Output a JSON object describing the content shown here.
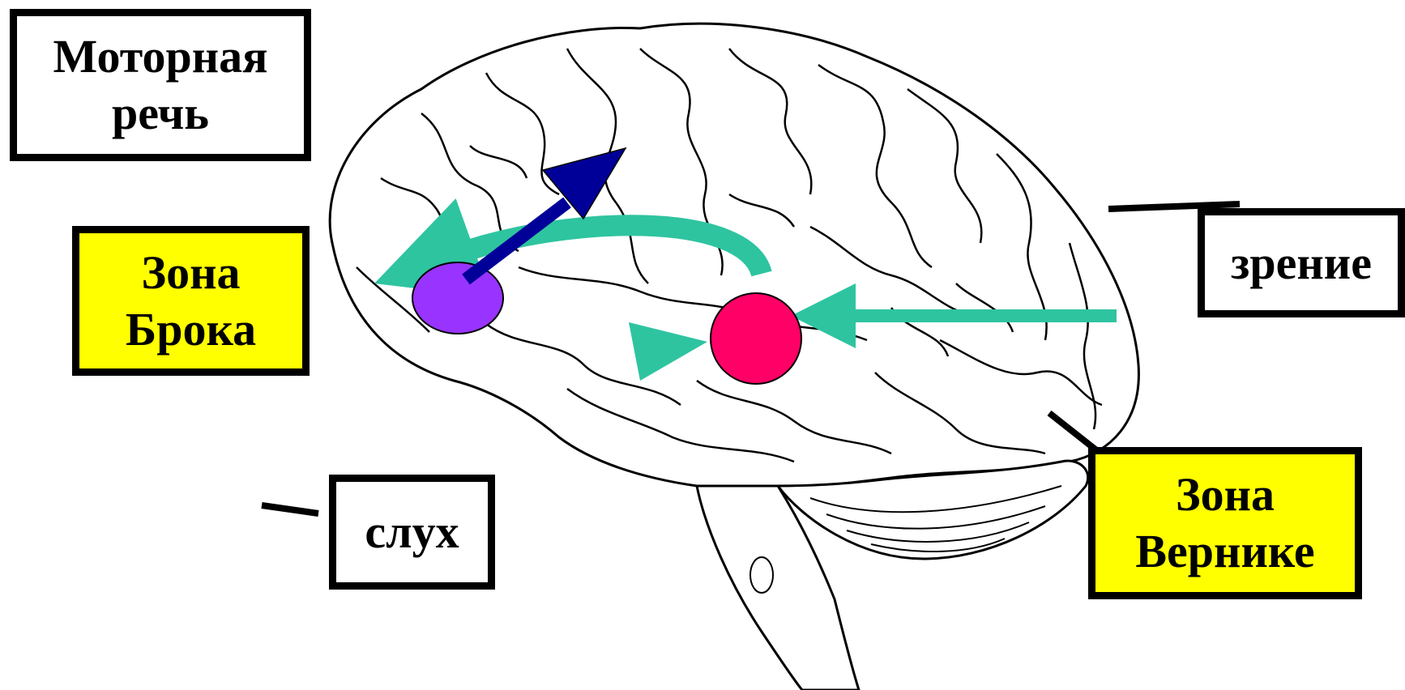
{
  "labels": {
    "motor_speech": {
      "line1": "Моторная",
      "line2": "речь"
    },
    "broca": {
      "line1": "Зона",
      "line2": "Брока"
    },
    "vision": {
      "text": "зрение"
    },
    "hearing": {
      "text": "слух"
    },
    "wernicke": {
      "line1": "Зона",
      "line2": "Вернике"
    }
  },
  "colors": {
    "broca_area": "#9933ff",
    "wernicke_area": "#ff0066",
    "motor_arrow": "#000099",
    "pathway_arrows": "#2ec4a0",
    "yellow_box": "#ffff00",
    "outline": "#000000"
  }
}
